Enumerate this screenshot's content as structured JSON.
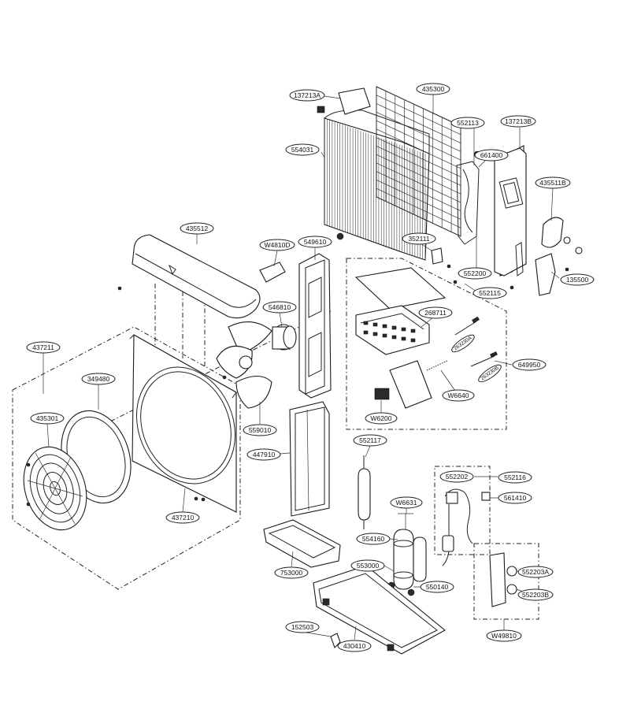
{
  "labels": [
    {
      "id": "l137213A",
      "text": "137213A"
    },
    {
      "id": "l435300",
      "text": "435300"
    },
    {
      "id": "l552113",
      "text": "552113"
    },
    {
      "id": "l137213B",
      "text": "137213B"
    },
    {
      "id": "l554031",
      "text": "554031"
    },
    {
      "id": "l661400",
      "text": "661400"
    },
    {
      "id": "l435511B",
      "text": "435511B"
    },
    {
      "id": "l352111",
      "text": "352111"
    },
    {
      "id": "l552200",
      "text": "552200"
    },
    {
      "id": "l135500",
      "text": "135500"
    },
    {
      "id": "l552115",
      "text": "552115"
    },
    {
      "id": "l435512",
      "text": "435512"
    },
    {
      "id": "lW4810D",
      "text": "W4810D"
    },
    {
      "id": "l549610",
      "text": "549610"
    },
    {
      "id": "l546810",
      "text": "546810"
    },
    {
      "id": "l268711",
      "text": "268711"
    },
    {
      "id": "l437211",
      "text": "437211"
    },
    {
      "id": "l349480",
      "text": "349480"
    },
    {
      "id": "l435301",
      "text": "435301"
    },
    {
      "id": "l559010",
      "text": "559010"
    },
    {
      "id": "l447910",
      "text": "447910"
    },
    {
      "id": "l437210",
      "text": "437210"
    },
    {
      "id": "l649950",
      "text": "649950"
    },
    {
      "id": "lW6640",
      "text": "W6640"
    },
    {
      "id": "lW6200",
      "text": "W6200"
    },
    {
      "id": "l552117",
      "text": "552117"
    },
    {
      "id": "l552202",
      "text": "552202"
    },
    {
      "id": "l552116",
      "text": "552116"
    },
    {
      "id": "l561410",
      "text": "561410"
    },
    {
      "id": "lW6631",
      "text": "W6631"
    },
    {
      "id": "l554160",
      "text": "554160"
    },
    {
      "id": "l753000",
      "text": "753000"
    },
    {
      "id": "l553000",
      "text": "553000"
    },
    {
      "id": "l550140",
      "text": "550140"
    },
    {
      "id": "l552203A",
      "text": "552203A"
    },
    {
      "id": "l552203B",
      "text": "552203B"
    },
    {
      "id": "l152503",
      "text": "152503"
    },
    {
      "id": "l430410",
      "text": "430410"
    },
    {
      "id": "lW49810",
      "text": "W49810"
    }
  ],
  "small_labels": [
    {
      "id": "s263230A",
      "text": "263230A"
    },
    {
      "id": "s263230B",
      "text": "263230B"
    }
  ]
}
